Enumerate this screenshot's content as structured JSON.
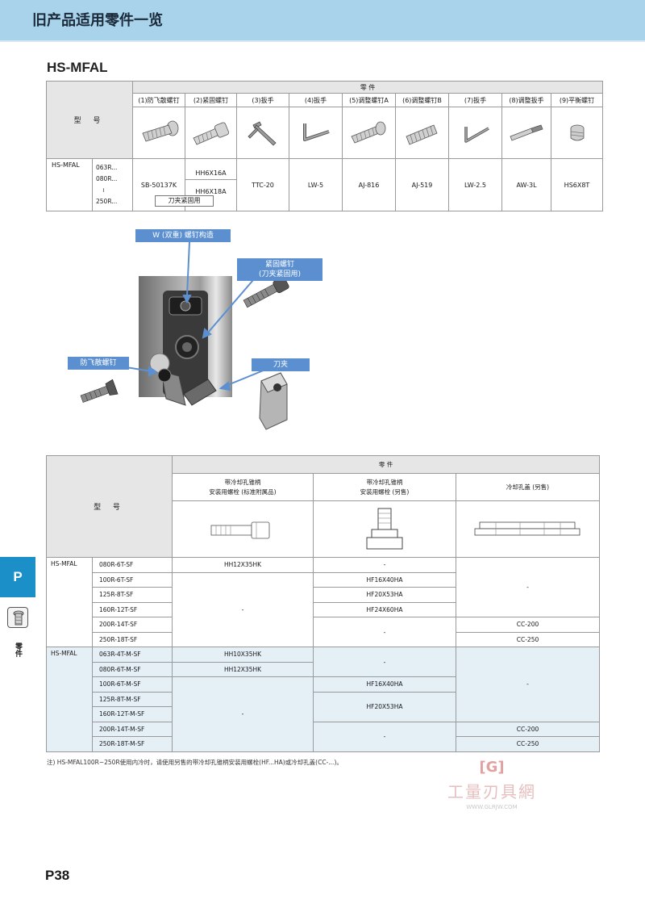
{
  "header": {
    "title": "旧产品适用零件一览"
  },
  "section": {
    "title": "HS-MFAL"
  },
  "parts_table": {
    "model_header": "型 号",
    "parts_header": "零 件",
    "columns": [
      "(1)防飞散螺钉",
      "(2)紧固螺钉",
      "(3)扳手",
      "(4)扳手",
      "(5)调整螺钉A",
      "(6)调整螺钉B",
      "(7)扳手",
      "(8)调整扳手",
      "(9)平衡螺钉"
    ],
    "series": "HS-MFAL",
    "models": [
      "063R...",
      "080R...",
      "≀",
      "250R..."
    ],
    "values": {
      "anti_scatter_screw": "SB-50137K",
      "clamp_screw_1": "HH6X16A",
      "clamp_screw_2": "HH6X18A",
      "clamp_note": "刀夹紧固用",
      "wrench_3": "TTC-20",
      "wrench_4": "LW-5",
      "adjust_a": "AJ-816",
      "adjust_b": "AJ-519",
      "wrench_7": "LW-2.5",
      "adjust_wrench": "AW-3L",
      "balance_screw": "HS6X8T"
    },
    "icons": [
      "screw-icon",
      "socket-screw-icon",
      "t-wrench-icon",
      "hex-key-icon",
      "adjust-screw-a-icon",
      "adjust-screw-b-icon",
      "hex-key-small-icon",
      "adjust-wrench-icon",
      "set-screw-icon"
    ]
  },
  "diagram": {
    "callouts": {
      "w_screw": "W (双重) 螺钉构造",
      "clamp_screw": "紧固螺钉\n(刀夹紧固用)",
      "anti_scatter": "防飞散螺钉",
      "cartridge": "刀夹"
    }
  },
  "coolant_table": {
    "model_header": "型 号",
    "parts_header": "零 件",
    "col1": "带冷却孔锥柄\n安装用螺栓 (标准附属品)",
    "col2": "带冷却孔锥柄\n安装用螺栓 (另售)",
    "col3": "冷却孔盖 (另售)",
    "group1": {
      "series": "HS-MFAL",
      "models": [
        "080R-6T-SF",
        "100R-6T-SF",
        "125R-8T-SF",
        "160R-12T-SF",
        "200R-14T-SF",
        "250R-18T-SF"
      ],
      "c1_first": "HH12X35HK",
      "c1_rest": "-",
      "c2_first": "-",
      "c2_100": "HF16X40HA",
      "c2_125": "HF20X53HA",
      "c2_160": "HF24X60HA",
      "c2_200_250": "-",
      "c3_top": "-",
      "c3_200": "CC-200",
      "c3_250": "CC-250"
    },
    "group2": {
      "series": "HS-MFAL",
      "models": [
        "063R-4T-M-SF",
        "080R-6T-M-SF",
        "100R-6T-M-SF",
        "125R-8T-M-SF",
        "160R-12T-M-SF",
        "200R-14T-M-SF",
        "250R-18T-M-SF"
      ],
      "c1_063": "HH10X35HK",
      "c1_080": "HH12X35HK",
      "c1_rest": "-",
      "c2_top": "-",
      "c2_100": "HF16X40HA",
      "c2_125_160": "HF20X53HA",
      "c2_200_250": "-",
      "c3_top": "-",
      "c3_200": "CC-200",
      "c3_250": "CC-250"
    }
  },
  "note": "注) HS-MFAL100R~250R使用内冷时，请使用另售的带冷却孔锥柄安装用螺栓(HF...HA)或冷却孔盖(CC-...)。",
  "side": {
    "tab": "P",
    "label": "零件"
  },
  "watermark": {
    "logo": "[G]",
    "text": "工量刃具網",
    "url": "WWW.GLRJW.COM"
  },
  "footer": {
    "page": "P38"
  },
  "colors": {
    "header_band": "#a9d3ea",
    "tab_blue": "#1a8fc8",
    "callout": "#5b8fcf",
    "row_blue": "#e4eff6"
  }
}
